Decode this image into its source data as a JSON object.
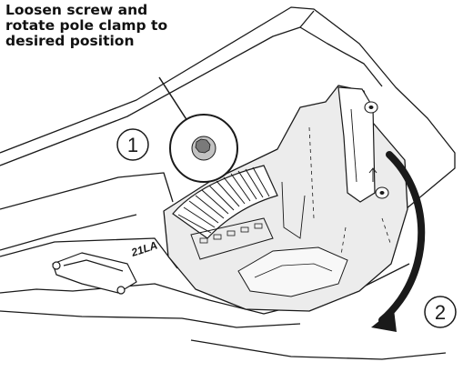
{
  "callout": {
    "lines": [
      "Loosen screw and",
      "rotate pole clamp to",
      "desired position"
    ]
  },
  "steps": [
    {
      "number": "1"
    },
    {
      "number": "2"
    }
  ],
  "part_marking": "21LA",
  "colors": {
    "line": "#1a1a1a",
    "mount_fill": "#ececec",
    "screw_fill": "#c2c2c2",
    "arrow_fill": "#1a1a1a"
  },
  "icons": {
    "step_marker": "numbered-circle",
    "rotation": "curved-arrow"
  }
}
